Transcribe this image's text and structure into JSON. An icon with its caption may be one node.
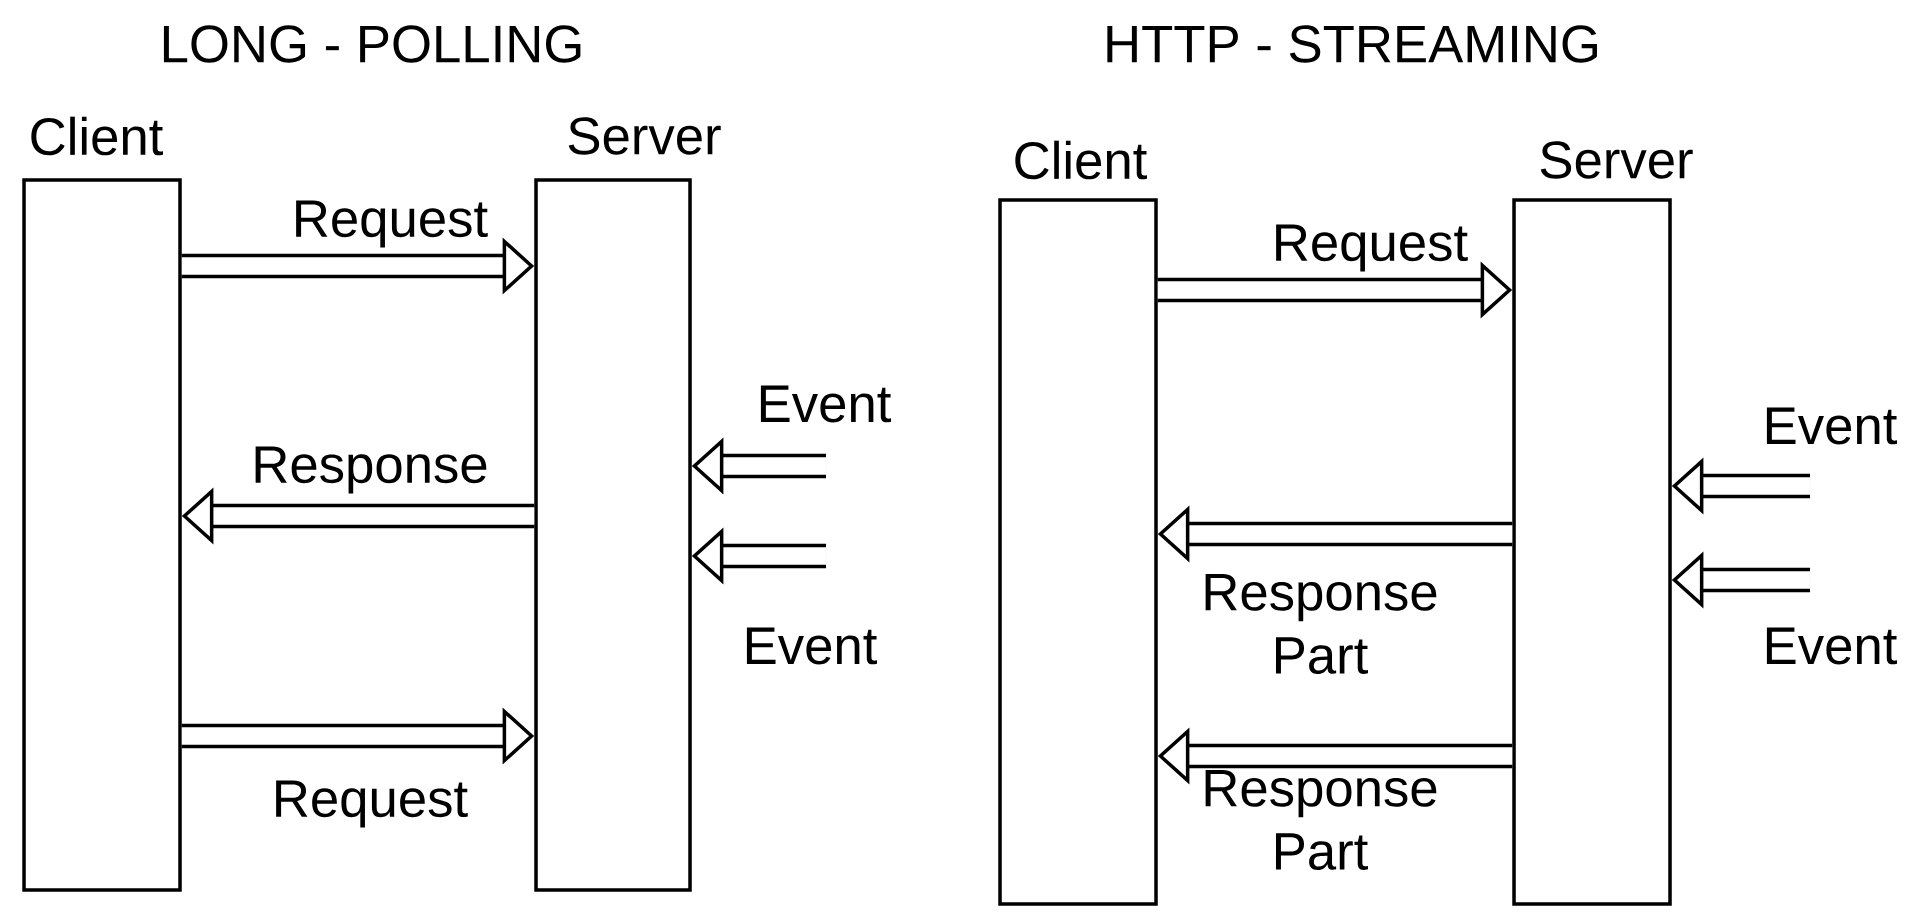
{
  "diagram": {
    "nodes": [
      {
        "text": [
          "Client"
        ]
      },
      {
        "text": [
          "Server"
        ]
      },
      {
        "text": [
          "Client"
        ]
      },
      {
        "text": [
          "Server"
        ]
      }
    ],
    "edges": [
      {
        "from": 0,
        "to": 1,
        "arrow": "to",
        "label": "Request"
      },
      {
        "from": null,
        "to": 1,
        "arrow": "to",
        "label": "Event"
      },
      {
        "from": 1,
        "to": 0,
        "arrow": "to",
        "label": "Response"
      },
      {
        "from": null,
        "to": 1,
        "arrow": "to",
        "label": "Event"
      },
      {
        "from": 0,
        "to": 1,
        "arrow": "to",
        "label": "Request"
      },
      {
        "from": 2,
        "to": 3,
        "arrow": "to",
        "label": "Request"
      },
      {
        "from": null,
        "to": 3,
        "arrow": "to",
        "label": "Event"
      },
      {
        "from": 3,
        "to": 2,
        "arrow": "to",
        "label": "Response Part"
      },
      {
        "from": null,
        "to": 3,
        "arrow": "to",
        "label": "Event"
      },
      {
        "from": 3,
        "to": 2,
        "arrow": "to",
        "label": "Response Part"
      }
    ],
    "labels": [
      "LONG - POLLING",
      "HTTP - STREAMING"
    ]
  }
}
